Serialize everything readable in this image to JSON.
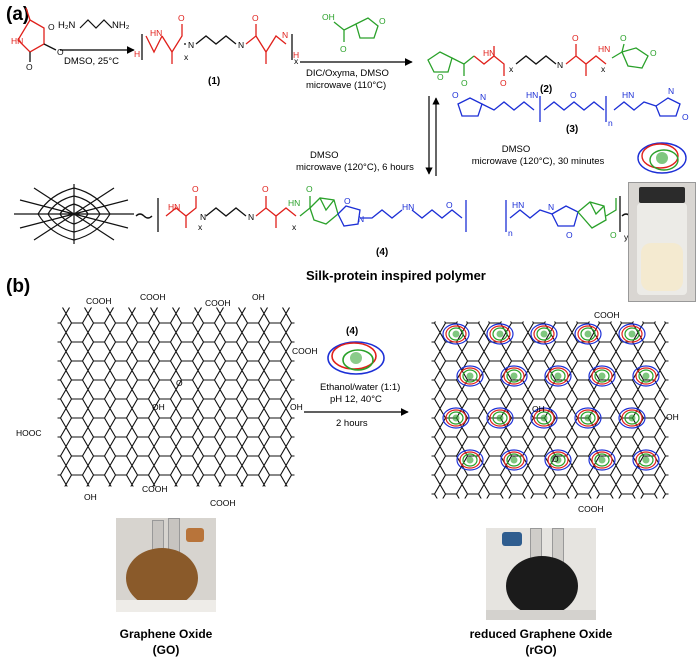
{
  "panels": {
    "a": "(a)",
    "b": "(b)"
  },
  "reaction_a": {
    "reagent_diamine_left": "H₂N",
    "reagent_diamine_right": "NH₂",
    "step1_conditions": "DMSO, 25°C",
    "compound1_label": "(1)",
    "step2_conditions_line1": "DIC/Oxyma, DMSO",
    "step2_conditions_line2": "microwave (110°C)",
    "compound2_label": "(2)",
    "compound3_label": "(3)",
    "compound4_label": "(4)",
    "step3_conditions_line1": "DMSO",
    "step3_conditions_line2": "microwave (120°C), 30 minutes",
    "retro_conditions_line1": "DMSO",
    "retro_conditions_line2": "microwave (120°C), 6 hours",
    "polymer_title": "Silk-protein inspired polymer",
    "atoms": {
      "H": "H",
      "N": "N",
      "O": "O",
      "HN": "HN",
      "x": "x",
      "n": "n",
      "y": "y"
    }
  },
  "reaction_b": {
    "reagent_label": "(4)",
    "conditions_line1": "Ethanol/water (1:1)",
    "conditions_line2": "pH 12, 40°C",
    "conditions_line3": "2 hours",
    "go_name": "Graphene Oxide",
    "go_abbr": "(GO)",
    "rgo_name": "reduced Graphene Oxide",
    "rgo_abbr": "(rGO)",
    "groups": {
      "cooh": "COOH",
      "hooc": "HOOC",
      "oh": "OH",
      "o": "O"
    }
  },
  "colors": {
    "alanine_red": "#e0201b",
    "furan_green": "#2aa12a",
    "maleimide_blue": "#1c2fd6",
    "go_liquid_brown": "#8a5a2a",
    "rgo_liquid_black": "#1b1b1b"
  }
}
